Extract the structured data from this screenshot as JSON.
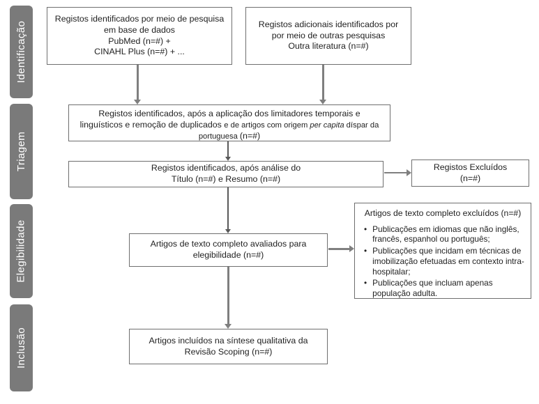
{
  "colors": {
    "stage_background": "#7a7a7a",
    "stage_text": "#ffffff",
    "box_border": "#6e6e6e",
    "arrow_gray": "#7f7f7f",
    "arrow_dark": "#595959"
  },
  "stages": [
    {
      "label": "Identificação"
    },
    {
      "label": "Triagem"
    },
    {
      "label": "Elegibilidade"
    },
    {
      "label": "Inclusão"
    }
  ],
  "boxes": {
    "database_search": {
      "lines": [
        "Registos identificados por meio de pesquisa",
        "em base de dados",
        "PubMed (n=#) +",
        "CINAHL Plus (n=#) + ..."
      ]
    },
    "other_sources": {
      "lines": [
        "Registos adicionais identificados por",
        "por meio de outras pesquisas",
        "Outra literatura (n=#)"
      ]
    },
    "after_filters": {
      "segments": [
        {
          "text": "Registos identificados, após a aplicação dos limitadores temporais e linguísticos e remoção de duplicados "
        },
        {
          "text": "e de artigos com origem "
        },
        {
          "text": "per capita"
        },
        {
          "text": " díspar da portuguesa "
        },
        {
          "text": " (n=#)"
        }
      ]
    },
    "title_abstract": {
      "lines": [
        "Registos identificados, após análise do",
        "Título (n=#) e Resumo (n=#)"
      ]
    },
    "excluded": {
      "lines": [
        "Registos Excluídos",
        "(n=#)"
      ]
    },
    "full_text": {
      "lines": [
        "Artigos de texto completo avaliados para",
        "elegibilidade (n=#)"
      ]
    },
    "exclusion_reasons": {
      "title": "Artigos de texto completo excluídos (n=#)",
      "bullet_icon": "•",
      "bullets": [
        "Publicações em idiomas que não inglês, francês, espanhol ou português;",
        "Publicações que incidam em técnicas de imobilização efetuadas em contexto intra-hospitalar;",
        "Publicações que incluam apenas população adulta."
      ]
    },
    "included": {
      "lines": [
        "Artigos incluídos na síntese qualitativa da",
        "Revisão Scoping (n=#)"
      ]
    }
  }
}
